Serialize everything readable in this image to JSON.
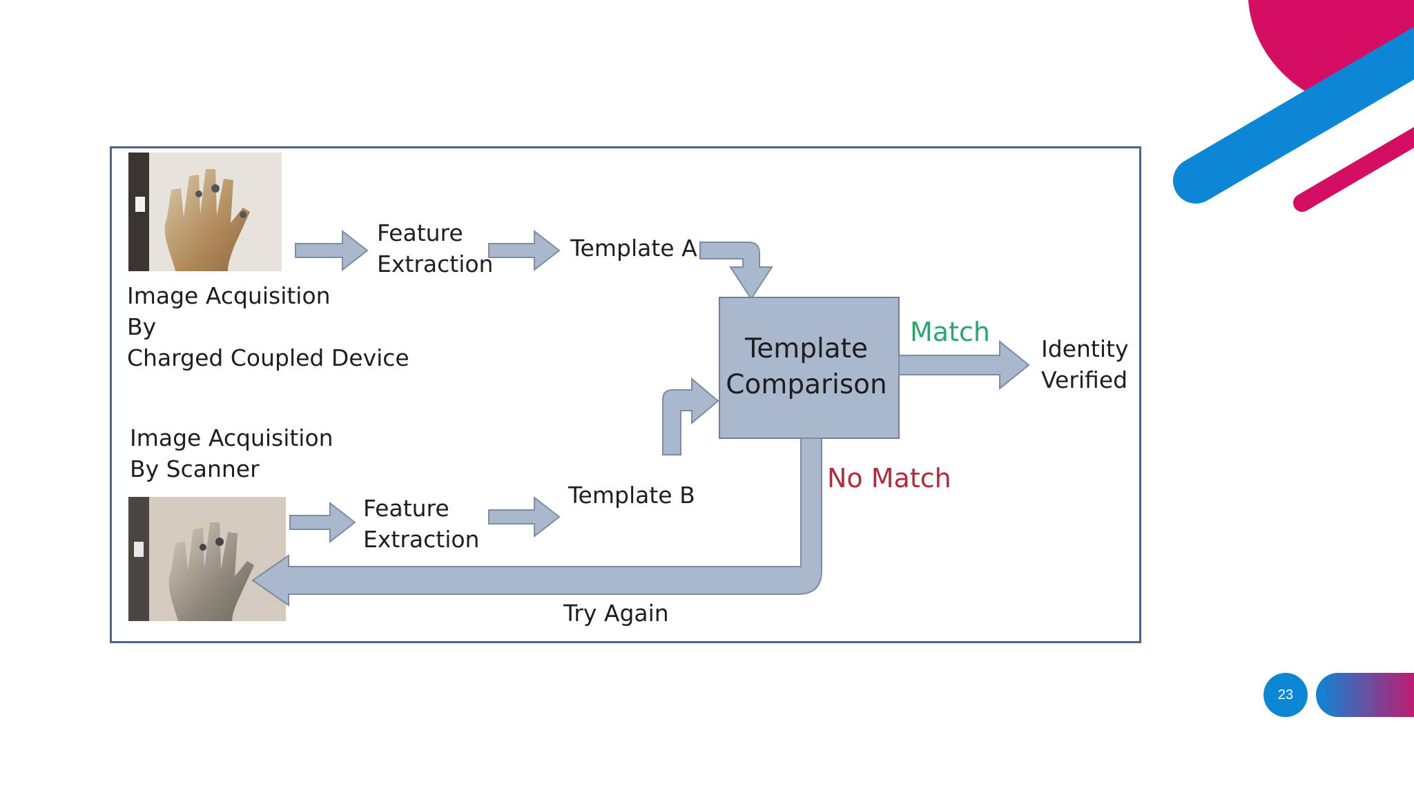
{
  "slide": {
    "page_number": "23",
    "accent_colors": {
      "magenta": "#d40f63",
      "blue": "#0b87d6"
    }
  },
  "diagram": {
    "acquisition_ccd": [
      "Image Acquisition",
      "By",
      "Charged Coupled Device"
    ],
    "acquisition_scanner": [
      "Image Acquisition",
      "By Scanner"
    ],
    "feature_extraction_top": [
      "Feature",
      "Extraction"
    ],
    "feature_extraction_bottom": [
      "Feature",
      "Extraction"
    ],
    "template_a": "Template A",
    "template_b": "Template B",
    "comparison": [
      "Template",
      "Comparison"
    ],
    "match": "Match",
    "no_match": "No Match",
    "identity_verified": [
      "Identity",
      "Verified"
    ],
    "try_again": "Try Again",
    "colors": {
      "arrow_fill": "#a9b8cc",
      "arrow_stroke": "#7a8ba3",
      "box_fill": "#a9b8cc",
      "frame": "#4b6485",
      "match": "#27a86a",
      "no_match": "#b22a3b"
    }
  }
}
